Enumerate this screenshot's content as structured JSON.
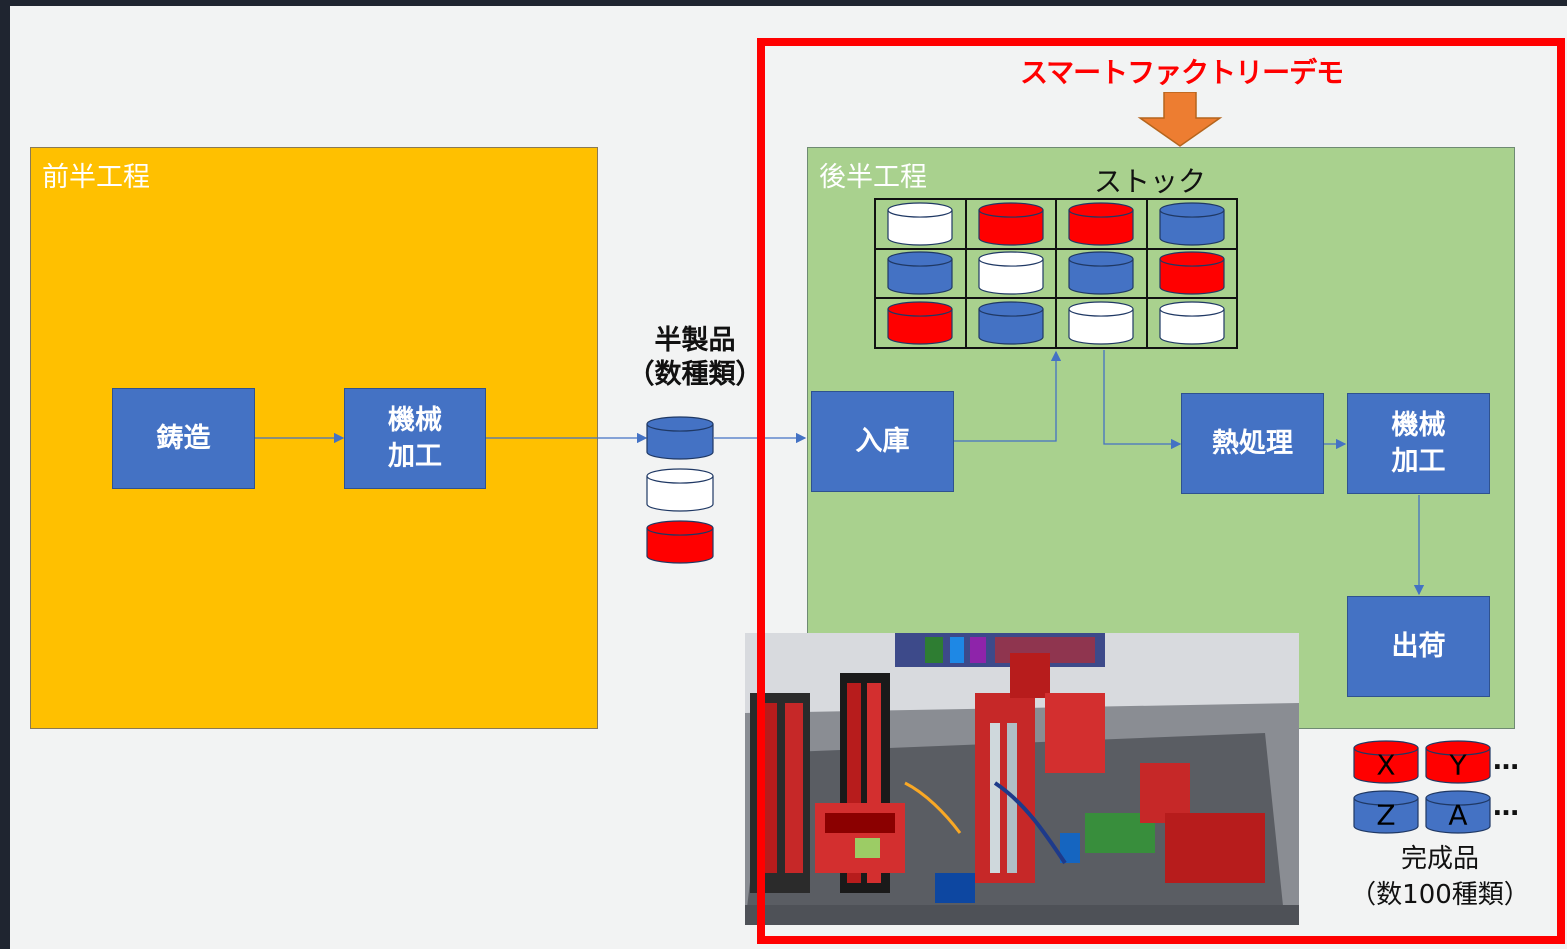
{
  "zones": {
    "first_half": {
      "label": "前半工程",
      "color": "#ffc000"
    },
    "second_half": {
      "label": "後半工程",
      "color": "#a9d18e"
    }
  },
  "demo_title": "スマートファクトリーデモ",
  "process_boxes": {
    "casting": "鋳造",
    "machining_1": "機械\n加工",
    "warehousing": "入庫",
    "heat_treatment": "熱処理",
    "machining_2": "機械\n加工",
    "shipping": "出荷"
  },
  "semi_products": {
    "label": "半製品\n（数種類）",
    "cylinders": [
      "blue",
      "white",
      "red"
    ]
  },
  "stock": {
    "label": "ストック",
    "grid": [
      [
        "white",
        "red",
        "red",
        "blue"
      ],
      [
        "blue",
        "white",
        "blue",
        "red"
      ],
      [
        "red",
        "blue",
        "white",
        "white"
      ]
    ]
  },
  "finished_products": {
    "label": "完成品\n（数100種類）",
    "items": [
      {
        "letter": "X",
        "color": "red"
      },
      {
        "letter": "Y",
        "color": "red"
      },
      {
        "letter": "Z",
        "color": "blue"
      },
      {
        "letter": "A",
        "color": "blue"
      }
    ],
    "ellipsis": "…"
  },
  "colors": {
    "blue": "#4472c4",
    "red": "#ff0000",
    "white": "#ffffff",
    "accent_orange": "#ed7d31",
    "frame_red": "#ff0000",
    "connector": "#4472c4"
  },
  "photo": {
    "description_icon": "factory-model-photo"
  }
}
